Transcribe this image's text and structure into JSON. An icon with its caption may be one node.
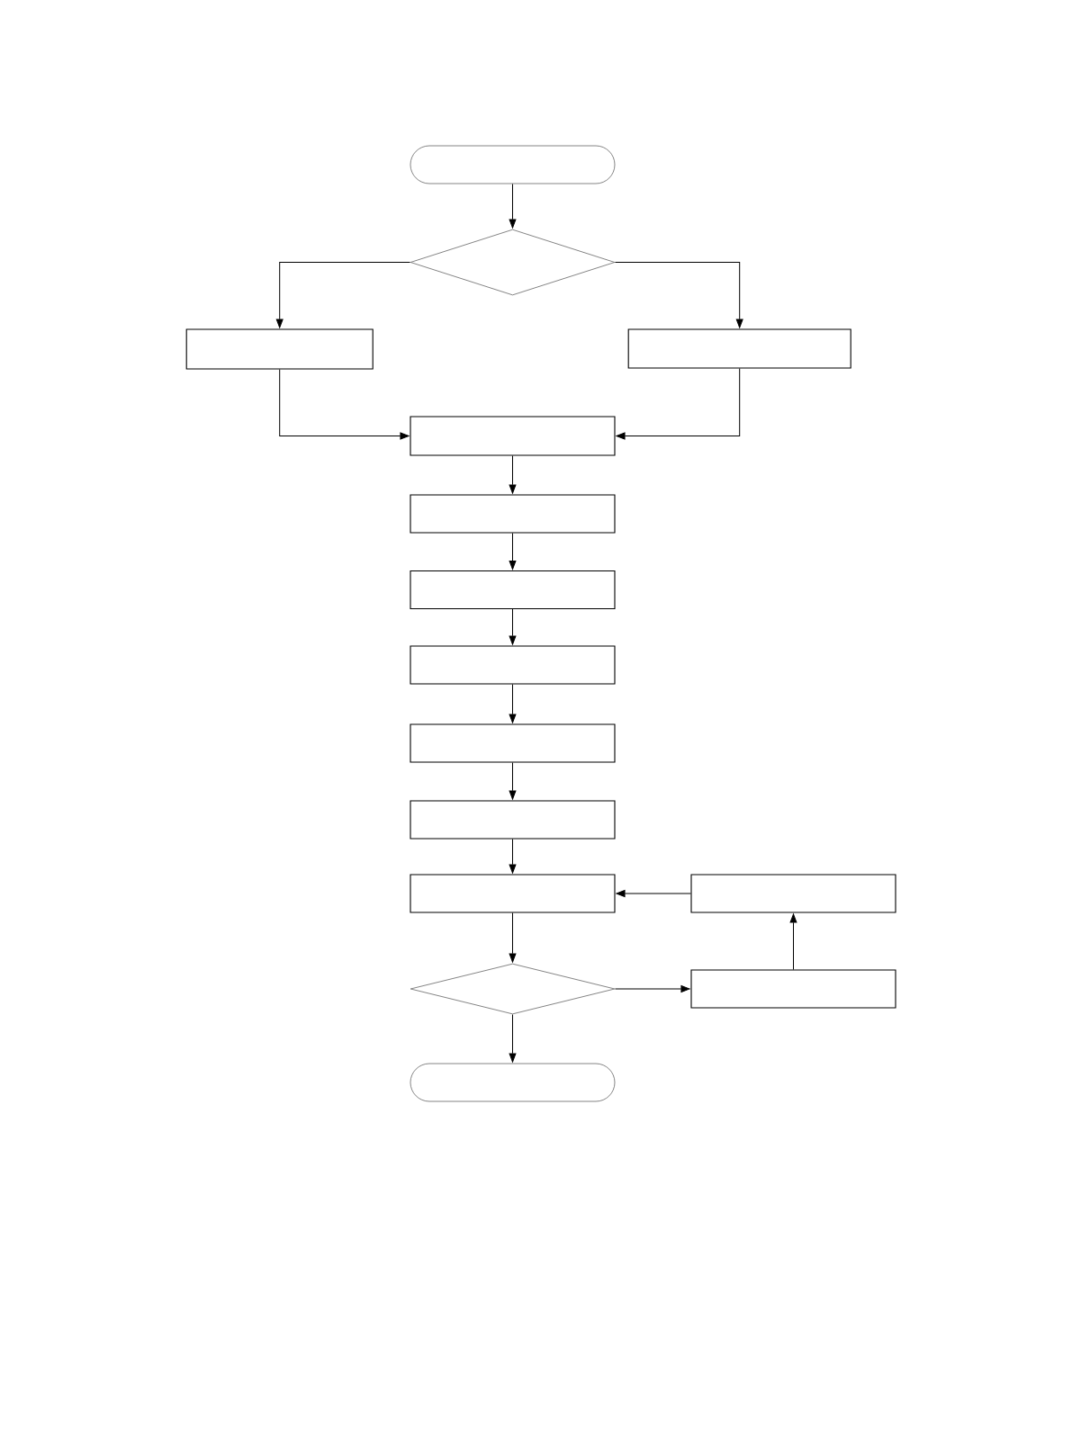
{
  "diagram": {
    "nodes": [
      {
        "text": [],
        "shape": "stadium"
      },
      {
        "text": [],
        "shape": "diamond"
      },
      {
        "text": [],
        "shape": "box"
      },
      {
        "text": [],
        "shape": "box"
      },
      {
        "text": [],
        "shape": "box"
      },
      {
        "text": [],
        "shape": "box"
      },
      {
        "text": [],
        "shape": "box"
      },
      {
        "text": [],
        "shape": "box"
      },
      {
        "text": [],
        "shape": "box"
      },
      {
        "text": [],
        "shape": "box"
      },
      {
        "text": [],
        "shape": "box"
      },
      {
        "text": [],
        "shape": "box"
      },
      {
        "text": [],
        "shape": "diamond"
      },
      {
        "text": [],
        "shape": "box"
      },
      {
        "text": [],
        "shape": "stadium"
      }
    ],
    "edges": [
      {
        "from": 0,
        "to": 1,
        "arrow": "to"
      },
      {
        "from": 1,
        "to": 2,
        "arrow": "to"
      },
      {
        "from": 1,
        "to": 3,
        "arrow": "to"
      },
      {
        "from": 2,
        "to": 4,
        "arrow": "to"
      },
      {
        "from": 3,
        "to": 4,
        "arrow": "to"
      },
      {
        "from": 4,
        "to": 5,
        "arrow": "to"
      },
      {
        "from": 5,
        "to": 6,
        "arrow": "to"
      },
      {
        "from": 6,
        "to": 7,
        "arrow": "to"
      },
      {
        "from": 7,
        "to": 8,
        "arrow": "to"
      },
      {
        "from": 8,
        "to": 9,
        "arrow": "to"
      },
      {
        "from": 9,
        "to": 10,
        "arrow": "to"
      },
      {
        "from": 11,
        "to": 10,
        "arrow": "to"
      },
      {
        "from": 10,
        "to": 12,
        "arrow": "to"
      },
      {
        "from": 12,
        "to": 13,
        "arrow": "to"
      },
      {
        "from": 13,
        "to": 11,
        "arrow": "to"
      },
      {
        "from": 12,
        "to": 14,
        "arrow": "to"
      }
    ]
  }
}
